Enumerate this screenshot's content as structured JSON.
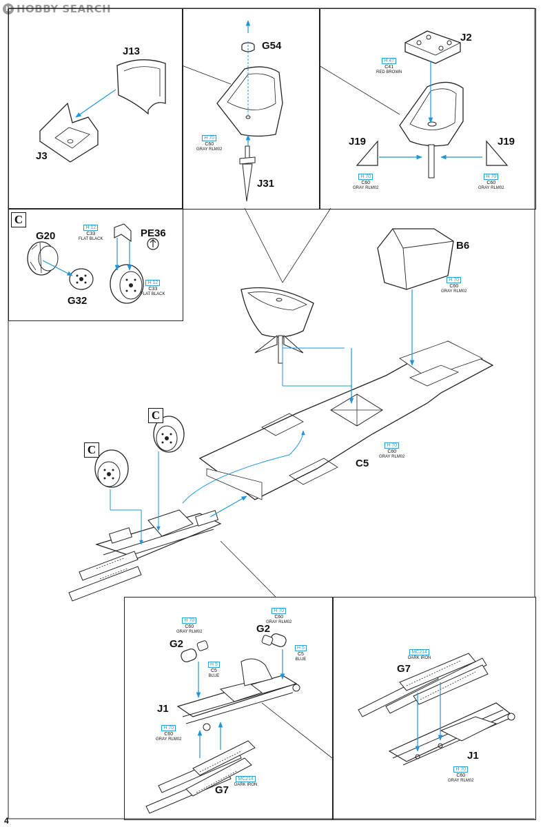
{
  "watermark": {
    "logo": "H",
    "text": "HOBBY SEARCH"
  },
  "page_number": "4",
  "colors": {
    "arrow": "#1e96d8",
    "line": "#222222",
    "callout": "#2a9fd6"
  },
  "section_marker": "C",
  "parts": {
    "J13": "J13",
    "J3": "J3",
    "G54": "G54",
    "J31": "J31",
    "J2": "J2",
    "J19_left": "J19",
    "J19_right": "J19",
    "G20": "G20",
    "G32": "G32",
    "PE36": "PE36",
    "B6": "B6",
    "C5": "C5",
    "G2_left": "G2",
    "G2_right": "G2",
    "J1_left": "J1",
    "J1_right": "J1",
    "G7_left": "G7",
    "G7_right": "G7"
  },
  "callouts": {
    "seat_gray": {
      "code": "H 70",
      "alt": "C60",
      "name": "GRAY RLM02"
    },
    "j2_brown": {
      "code": "H 47",
      "alt": "C41",
      "name": "RED BROWN"
    },
    "j19_left": {
      "code": "H 70",
      "alt": "C60",
      "name": "GRAY RLM02"
    },
    "j19_right": {
      "code": "H 70",
      "alt": "C60",
      "name": "GRAY RLM02"
    },
    "pe_black": {
      "code": "H 12",
      "alt": "C33",
      "name": "FLAT BLACK"
    },
    "drum_black": {
      "code": "H 12",
      "alt": "C33",
      "name": "FLAT BLACK"
    },
    "b6_gray": {
      "code": "H 70",
      "alt": "C60",
      "name": "GRAY RLM02"
    },
    "c5_gray": {
      "code": "H 70",
      "alt": "C60",
      "name": "GRAY RLM02"
    },
    "g2l_gray": {
      "code": "H 70",
      "alt": "C60",
      "name": "GRAY RLM02"
    },
    "g2l_blue": {
      "code": "H 5",
      "alt": "C5",
      "name": "BLUE"
    },
    "g2r_gray": {
      "code": "H 70",
      "alt": "C60",
      "name": "GRAY RLM02"
    },
    "g2r_blue": {
      "code": "H 5",
      "alt": "C5",
      "name": "BLUE"
    },
    "j1l_gray": {
      "code": "H 70",
      "alt": "C60",
      "name": "GRAY RLM02"
    },
    "g7l_iron": {
      "code": "MC214",
      "alt": "",
      "name": "DARK IRON"
    },
    "g7r_iron": {
      "code": "MC214",
      "alt": "",
      "name": "DARK IRON"
    },
    "j1r_gray": {
      "code": "H 70",
      "alt": "C60",
      "name": "GRAY RLM02"
    }
  }
}
